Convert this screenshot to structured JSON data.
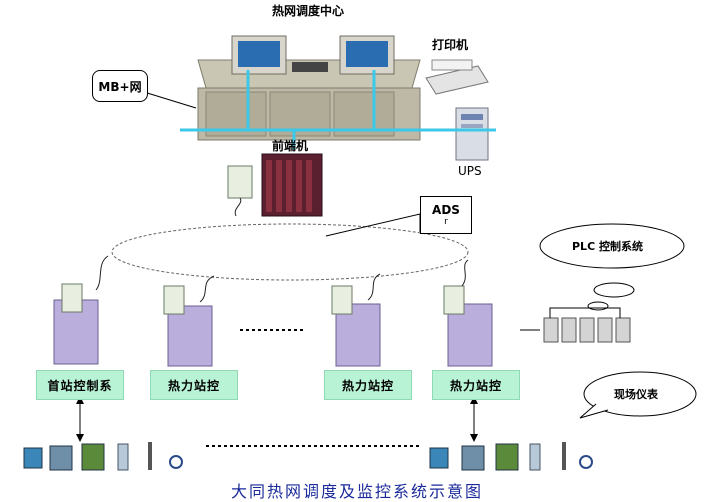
{
  "center_title": "热网调度中心",
  "printer_label": "打印机",
  "ups_label": "UPS",
  "network_label": "MB+网",
  "frontend_label": "前端机",
  "ads_label": "ADS",
  "ads_sub": "r",
  "plc_label": "PLC 控制系统",
  "field_label": "现场仪表",
  "stations": [
    "首站控制系",
    "热力站控",
    "热力站控",
    "热力站控"
  ],
  "ellipsis": "………",
  "footer_title": "大同热网调度及监控系统示意图",
  "colors": {
    "bus": "#3cc8e8",
    "station_box": "#b9f3d6",
    "title": "#1a2a9a"
  }
}
